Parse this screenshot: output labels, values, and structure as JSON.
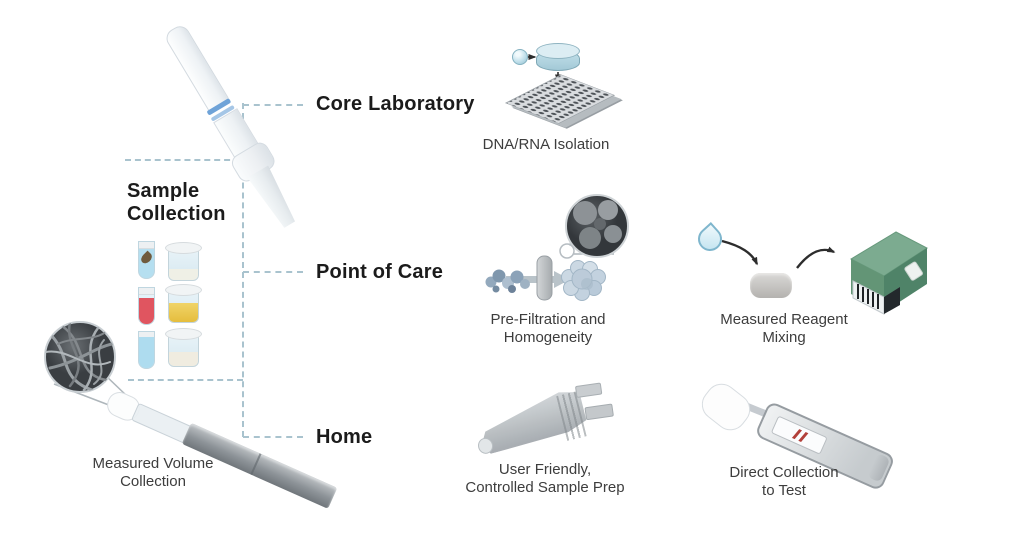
{
  "labels": {
    "sample_collection": "Sample Collection",
    "core_laboratory": "Core Laboratory",
    "point_of_care": "Point of Care",
    "home": "Home"
  },
  "captions": {
    "dna_rna": {
      "lines": [
        "DNA/RNA Isolation"
      ]
    },
    "pre_filtration": {
      "lines": [
        "Pre-Filtration and",
        "Homogeneity"
      ]
    },
    "reagent_mixing": {
      "lines": [
        "Measured Reagent",
        "Mixing"
      ]
    },
    "measured_volume": {
      "lines": [
        "Measured Volume",
        "Collection"
      ]
    },
    "user_friendly": {
      "lines": [
        "User Friendly,",
        "Controlled Sample Prep"
      ]
    },
    "direct_collection": {
      "lines": [
        "Direct Collection",
        "to Test"
      ]
    }
  },
  "icons": {
    "swab_device": "collection-swab-device",
    "sample_tubes": "specimen-tubes-and-cups",
    "microplate": "96-well-microplate",
    "bead_cylinder": "bead-and-reservoir",
    "sem_spheres": "sem-particle-magnifier",
    "filter": "pre-filter-membrane",
    "droplet": "buffer-droplet",
    "tablet": "reagent-tablet",
    "reader_device": "green-reagent-mixing-device",
    "fiber_circle": "sem-fiber-magnifier",
    "volume_pen": "measured-volume-collection-pen",
    "prep_cone": "sample-prep-cone-device",
    "test_cassette": "lateral-flow-test-cassette"
  },
  "colors": {
    "dashed_connector": "#a9c3ce",
    "section_label": "#1b1b1b",
    "caption_text": "#3d3d3d",
    "swab_band_blue": "#6fa3d8",
    "blood_red": "#e05560",
    "urine_yellow": "#ecc750",
    "device_green": "#5f9478",
    "droplet_blue": "#bfe2ef",
    "result_line_red": "#b2403a"
  }
}
